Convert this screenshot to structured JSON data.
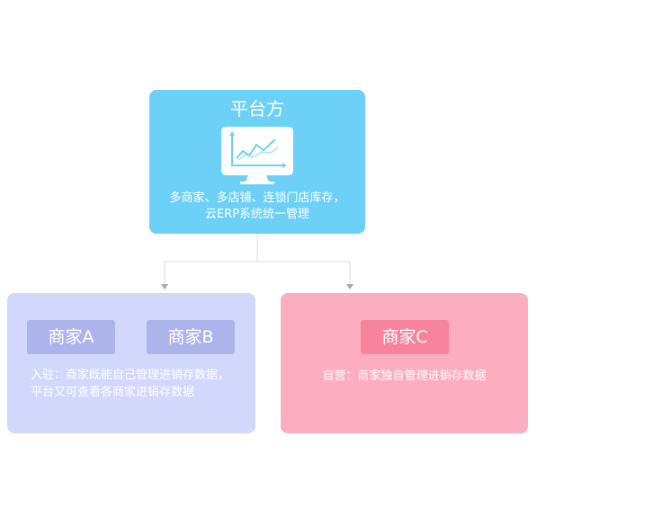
{
  "platform": {
    "title": "平台方",
    "icon": "monitor-chart-icon",
    "description": "多商家、多店铺、连锁门店库存，云ERP系统统一管理"
  },
  "left_group": {
    "merchant_a": "商家A",
    "merchant_b": "商家B",
    "description": "入驻：商家既能自己管理进销存数据，平台又可查看各商家进销存数据"
  },
  "right_group": {
    "merchant_c": "商家C",
    "description": "自营：商家独自管理进销存数据"
  },
  "colors": {
    "platform": "#6dd0f6",
    "left_box": "#d1d8fb",
    "left_tag": "#adb4ec",
    "right_box": "#fdadc0",
    "right_tag": "#f7839c",
    "connector": "#dddddd",
    "arrow": "#aaaaaa"
  }
}
